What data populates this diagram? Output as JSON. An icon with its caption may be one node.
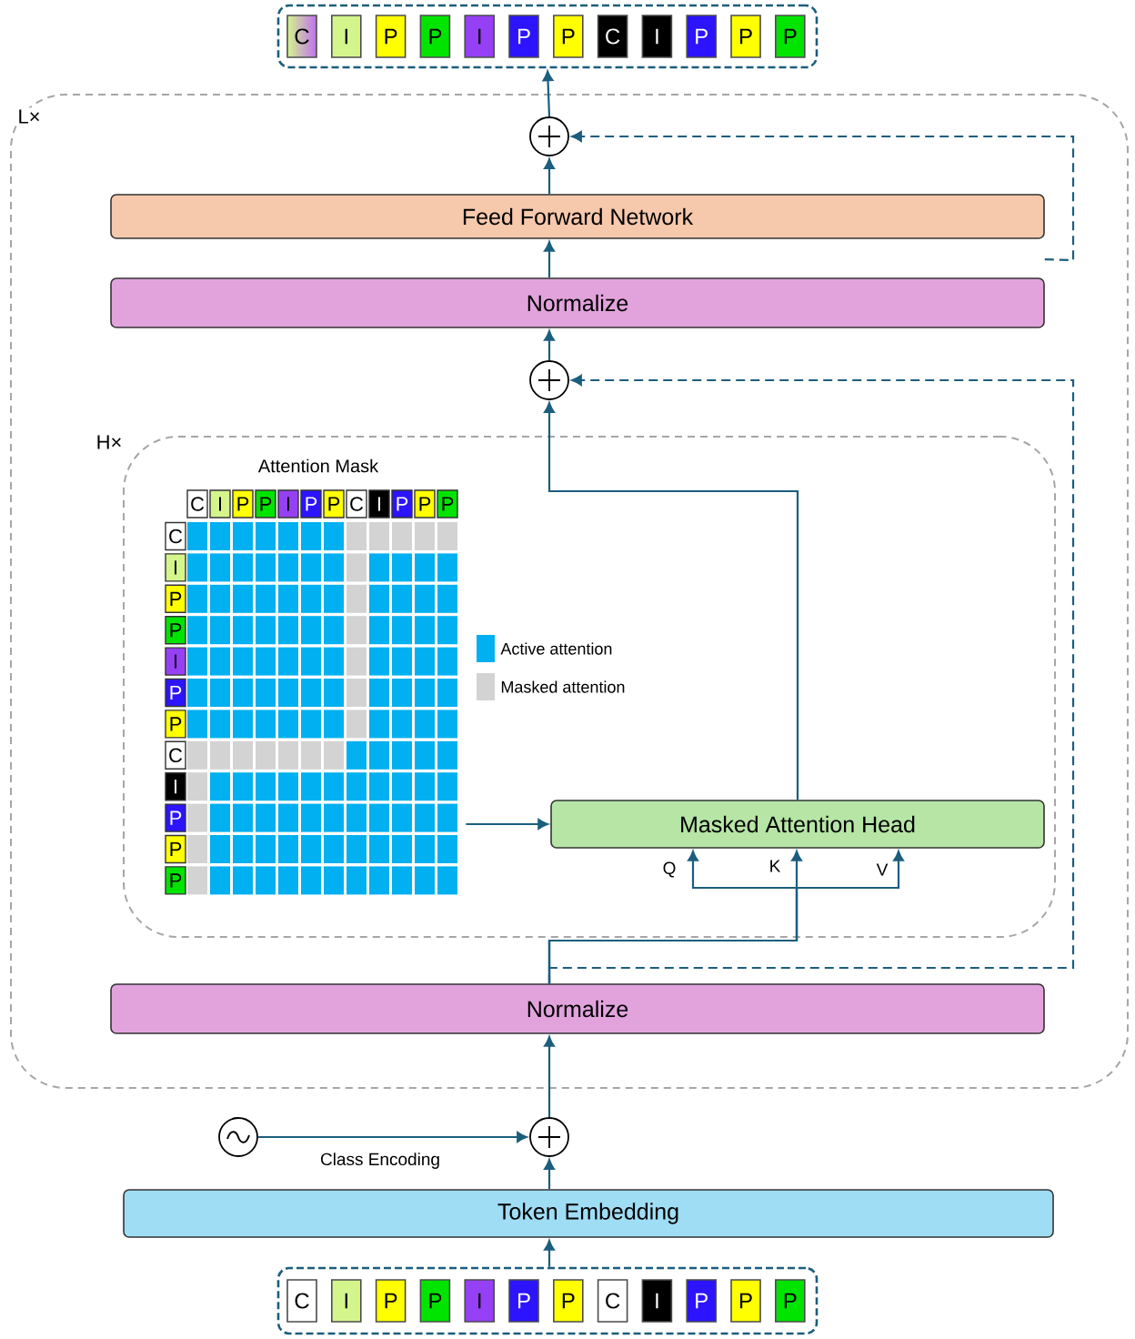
{
  "diagram": {
    "nodes": [
      {
        "text": [],
        "shape": "box"
      },
      {
        "text": [
          "C"
        ],
        "in": 0
      },
      {
        "text": [
          "I"
        ],
        "in": 0
      },
      {
        "text": [
          "P"
        ],
        "in": 0
      },
      {
        "text": [
          "P"
        ],
        "in": 0
      },
      {
        "text": [
          "I"
        ],
        "in": 0
      },
      {
        "text": [
          "P"
        ],
        "in": 0
      },
      {
        "text": [
          "P"
        ],
        "in": 0
      },
      {
        "text": [
          "C"
        ],
        "in": 0
      },
      {
        "text": [
          "I"
        ],
        "in": 0
      },
      {
        "text": [
          "P"
        ],
        "in": 0
      },
      {
        "text": [
          "P"
        ],
        "in": 0
      },
      {
        "text": [
          "P"
        ],
        "in": 0
      },
      {
        "text": [
          "L×"
        ]
      },
      {
        "text": [],
        "shape": "circle",
        "in": 13
      },
      {
        "text": [
          "Feed Forward Network"
        ],
        "in": 13
      },
      {
        "text": [
          "Normalize"
        ],
        "in": 13
      },
      {
        "text": [],
        "shape": "circle",
        "in": 13
      },
      {
        "text": [
          "H×"
        ],
        "in": 13
      },
      {
        "text": [
          "Masked Attention Head"
        ],
        "in": 18
      },
      {
        "text": [
          "Attention Mask"
        ],
        "in": 18
      },
      {
        "text": [
          "Normalize"
        ],
        "in": 13
      },
      {
        "text": [],
        "shape": "circle"
      },
      {
        "text": [],
        "shape": "circle"
      },
      {
        "text": [
          "Token Embedding"
        ]
      },
      {
        "text": [],
        "shape": "box"
      },
      {
        "text": [
          "C"
        ],
        "in": 25
      },
      {
        "text": [
          "I"
        ],
        "in": 25
      },
      {
        "text": [
          "P"
        ],
        "in": 25
      },
      {
        "text": [
          "P"
        ],
        "in": 25
      },
      {
        "text": [
          "I"
        ],
        "in": 25
      },
      {
        "text": [
          "P"
        ],
        "in": 25
      },
      {
        "text": [
          "P"
        ],
        "in": 25
      },
      {
        "text": [
          "C"
        ],
        "in": 25
      },
      {
        "text": [
          "I"
        ],
        "in": 25
      },
      {
        "text": [
          "P"
        ],
        "in": 25
      },
      {
        "text": [
          "P"
        ],
        "in": 25
      },
      {
        "text": [
          "P"
        ],
        "in": 25
      }
    ],
    "edges": [
      {
        "from": 25,
        "to": 24,
        "arrow": "to"
      },
      {
        "from": 24,
        "to": 23,
        "arrow": "to"
      },
      {
        "from": 22,
        "to": 23,
        "arrow": "to",
        "label": "Class Encoding"
      },
      {
        "from": 23,
        "to": 21,
        "arrow": "to"
      },
      {
        "from": 21,
        "to": 19,
        "arrow": "to",
        "label": "Q"
      },
      {
        "from": 21,
        "to": 19,
        "arrow": "to",
        "label": "K"
      },
      {
        "from": 21,
        "to": 19,
        "arrow": "to",
        "label": "V"
      },
      {
        "from": 21,
        "to": 17,
        "arrow": "to",
        "style": "dashed"
      },
      {
        "from": 20,
        "to": 19,
        "arrow": "to"
      },
      {
        "from": 19,
        "to": 17,
        "arrow": "to"
      },
      {
        "from": 17,
        "to": 16,
        "arrow": "to"
      },
      {
        "from": 16,
        "to": 15,
        "arrow": "to"
      },
      {
        "from": 15,
        "to": 14,
        "arrow": "to"
      },
      {
        "from": 16,
        "to": 14,
        "arrow": "to",
        "style": "dashed"
      },
      {
        "from": 14,
        "to": 0,
        "arrow": "to"
      }
    ],
    "labels": [
      "C",
      "I",
      "P",
      "P",
      "I",
      "P",
      "P",
      "C",
      "I",
      "P",
      "P",
      "P",
      "C",
      "I",
      "P",
      "P",
      "I",
      "P",
      "P",
      "C",
      "I",
      "P",
      "P",
      "P"
    ],
    "legend": [
      {
        "text": "Active attention",
        "color": "#00b0f0"
      },
      {
        "text": "Masked attention",
        "color": "#d3d3d3"
      }
    ]
  }
}
